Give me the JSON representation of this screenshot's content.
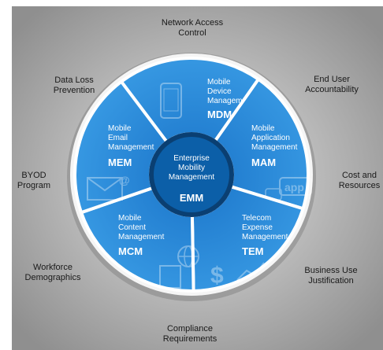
{
  "colors": {
    "background_light": "#e4e4e4",
    "background_dark": "#8f8f8f",
    "ring_border": "#ffffff",
    "segment_light": "#44a9ee",
    "segment_dark": "#1a74c9",
    "center_fill": "#0c5fa8",
    "center_border": "#0a3f72",
    "text_dark": "#1a1a1a",
    "text_light": "#ffffff"
  },
  "outer_labels": [
    {
      "lines": [
        "Network Access",
        "Control"
      ]
    },
    {
      "lines": [
        "End User",
        "Accountability"
      ]
    },
    {
      "lines": [
        "Cost and",
        "Resources"
      ]
    },
    {
      "lines": [
        "Business Use",
        "Justification"
      ]
    },
    {
      "lines": [
        "Compliance",
        "Requirements"
      ]
    },
    {
      "lines": [
        "Workforce",
        "Demographics"
      ]
    },
    {
      "lines": [
        "BYOD",
        "Program"
      ]
    },
    {
      "lines": [
        "Data Loss",
        "Prevention"
      ]
    }
  ],
  "segments": [
    {
      "lines": [
        "Mobile",
        "Device",
        "Management"
      ],
      "abbr": "MDM",
      "icon": "smartphone-icon"
    },
    {
      "lines": [
        "Mobile",
        "Application",
        "Management"
      ],
      "abbr": "MAM",
      "icon": "app-tiles-icon",
      "icon_text": "app"
    },
    {
      "lines": [
        "Telecom",
        "Expense",
        "Management"
      ],
      "abbr": "TEM",
      "icon": "dollar-chart-icon",
      "icon_text": "$"
    },
    {
      "lines": [
        "Mobile",
        "Content",
        "Management"
      ],
      "abbr": "MCM",
      "icon": "globe-document-icon"
    },
    {
      "lines": [
        "Mobile",
        "Email",
        "Management"
      ],
      "abbr": "MEM",
      "icon": "email-icon",
      "icon_text": "@"
    }
  ],
  "center": {
    "lines": [
      "Enterprise",
      "Mobility",
      "Management"
    ],
    "abbr": "EMM"
  }
}
